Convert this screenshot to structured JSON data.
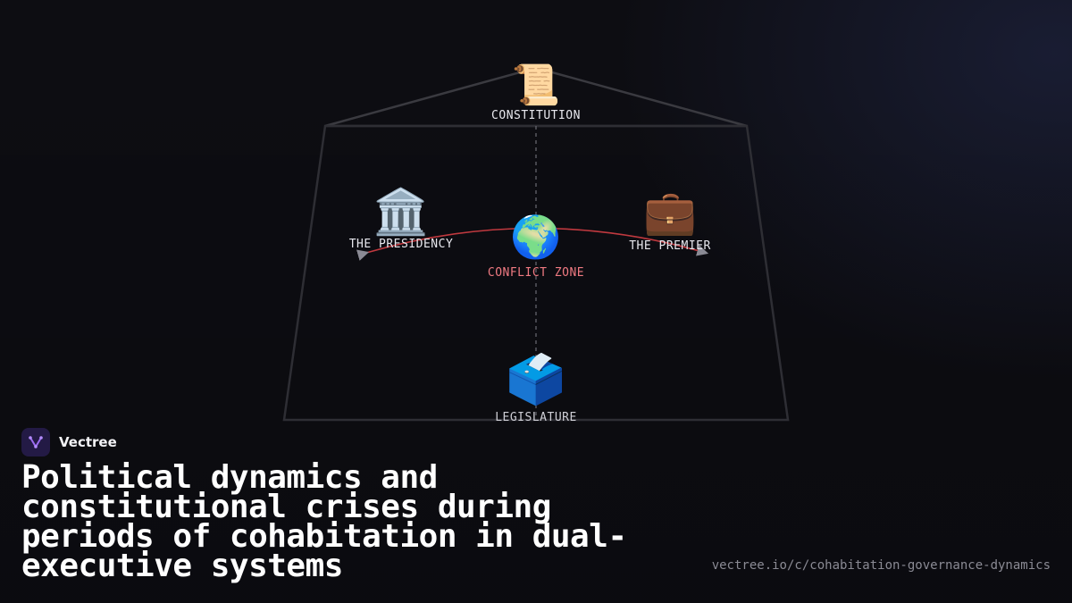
{
  "diagram": {
    "nodes": {
      "constitution": {
        "label": "CONSTITUTION",
        "icon": "scroll-icon",
        "glyph": "📜"
      },
      "presidency": {
        "label": "THE PRESIDENCY",
        "icon": "classical-building-icon",
        "glyph": "🏛️"
      },
      "conflict": {
        "label": "CONFLICT ZONE",
        "icon": "globe-icon",
        "glyph": "🌍"
      },
      "premier": {
        "label": "THE PREMIER",
        "icon": "briefcase-icon",
        "glyph": "💼"
      },
      "legislature": {
        "label": "LEGISLATURE",
        "icon": "ballot-box-icon",
        "glyph": "🗳️"
      }
    },
    "colors": {
      "outline": "#3a3a40",
      "tension_arc": "#c0393f",
      "conflict_label": "#f07a82",
      "axis": "#8a8a94"
    }
  },
  "brand": {
    "name": "Vectree",
    "logo_icon": "vectree-logo-icon"
  },
  "title": "Political dynamics and constitutional crises during periods of cohabitation in dual-executive systems",
  "url": "vectree.io/c/cohabitation-governance-dynamics"
}
